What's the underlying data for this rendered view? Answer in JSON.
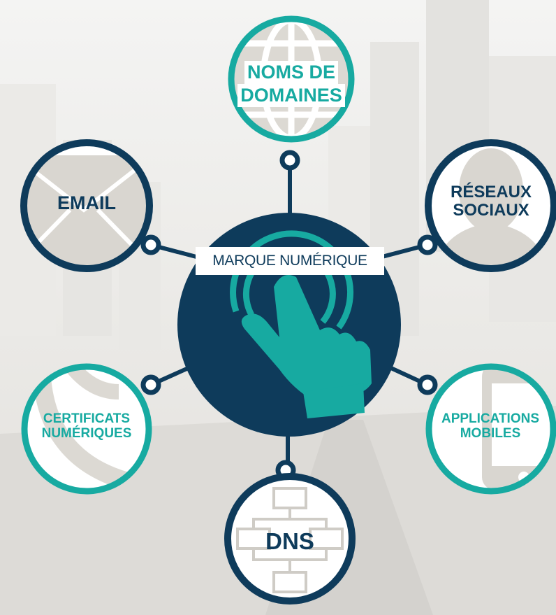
{
  "center": {
    "title": "MARQUE NUMÉRIQUE"
  },
  "nodes": {
    "noms_de_domaines": {
      "line1": "NOMS DE",
      "line2": "DOMAINES"
    },
    "email": {
      "label": "EMAIL"
    },
    "reseaux_sociaux": {
      "line1": "RÉSEAUX",
      "line2": "SOCIAUX"
    },
    "certificats": {
      "line1": "CERTIFICATS",
      "line2": "NUMÉRIQUES"
    },
    "applications": {
      "line1": "APPLICATIONS",
      "line2": "MOBILES"
    },
    "dns": {
      "label": "DNS"
    }
  },
  "colors": {
    "navy": "#0e3b5b",
    "teal": "#17aaa1",
    "icon_gray": "#d9d6d0",
    "ring_fill": "#ffffff"
  }
}
